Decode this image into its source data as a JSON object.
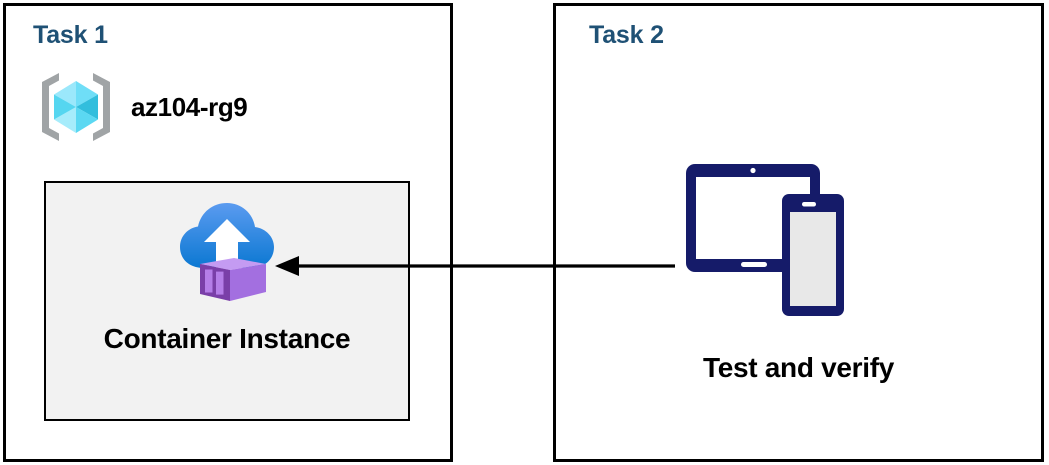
{
  "diagram": {
    "title": "Azure architecture tasks diagram",
    "background_color": "#FFFFFF",
    "panel_border_color": "#000000",
    "heading_color": "#1F5175"
  },
  "panels": [
    {
      "id": "task1",
      "heading": "Task 1",
      "resource_group": {
        "icon": "azure-resource-group-icon",
        "label": "az104-rg9",
        "icon_colors": {
          "bracket": "#A0A4A6",
          "cube_light": "#9BE8FB",
          "cube_mid": "#3DD5F3",
          "cube_dark": "#32BEDD"
        }
      },
      "resource_box": {
        "icon": "azure-container-instance-icon",
        "label": "Container Instance",
        "fill_color": "#F2F2F2",
        "border_color": "#000000",
        "icon_colors": {
          "cloud_top": "#5B9BF0",
          "cloud_bottom": "#0D7BD4",
          "arrow": "#FFFFFF",
          "container_front": "#7A3FA8",
          "container_light": "#B37FEA",
          "container_slat": "#A06FD6"
        }
      }
    },
    {
      "id": "task2",
      "heading": "Task 2",
      "device": {
        "icon": "tablet-and-phone-devices-icon",
        "label": "Test and verify",
        "icon_colors": {
          "outline": "#151B69",
          "tablet_screen": "#FFFFFF",
          "phone_screen": "#E8E8E8"
        }
      }
    }
  ],
  "connector": {
    "name": "arrow-task2-to-task1",
    "direction": "left",
    "color": "#000000",
    "style": "solid-line-with-filled-arrowhead"
  }
}
